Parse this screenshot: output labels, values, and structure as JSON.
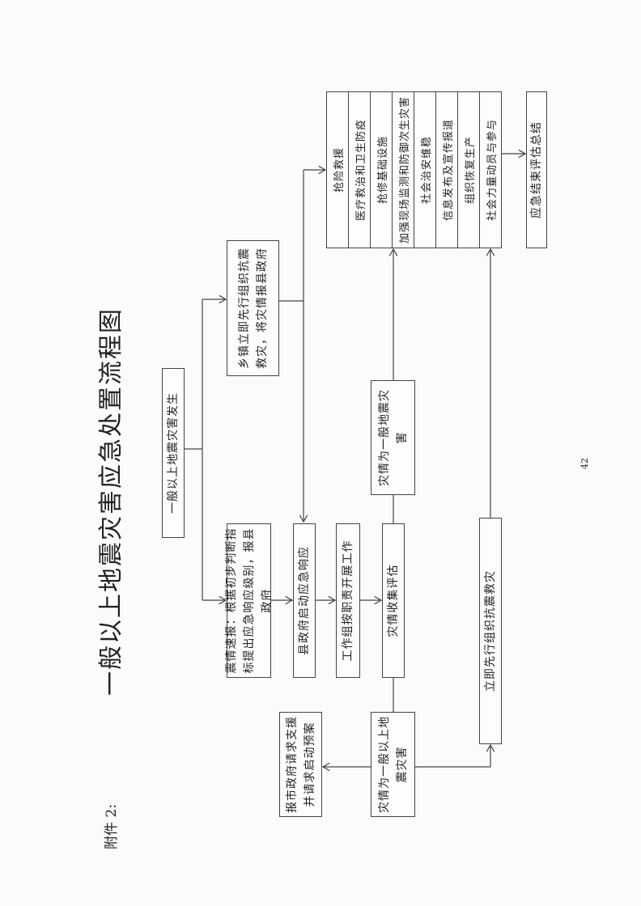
{
  "attachment_label": "附件 2:",
  "title": "一般以上地震灾害应急处置流程图",
  "page_number": "42",
  "nodes": {
    "occur": "一般以上地震灾害发生",
    "township": "乡镇立即先行组织抗震救灾，将灾情报县政府",
    "quick_report": "震情速报：根据初步判断指标提出应急响应级别，报县政府",
    "county_response": "县政府启动应急响应",
    "work_groups": "工作组按职责开展工作",
    "assessment": "灾情收集评估",
    "above_general": "灾情为一般以上地震灾害",
    "city_request": "报市政府请求支援并请求启动预案",
    "general": "灾情为一般地震灾害",
    "immediate": "立即先行组织抗震救灾",
    "end": "应急结束评估总结"
  },
  "tasks": [
    "抢险救援",
    "医疗救治和卫生防疫",
    "抢修基础设施",
    "加强现场监测和防御次生灾害",
    "社会治安维稳",
    "信息发布及宣传报道",
    "组织恢复生产",
    "社会力量动员与参与"
  ]
}
